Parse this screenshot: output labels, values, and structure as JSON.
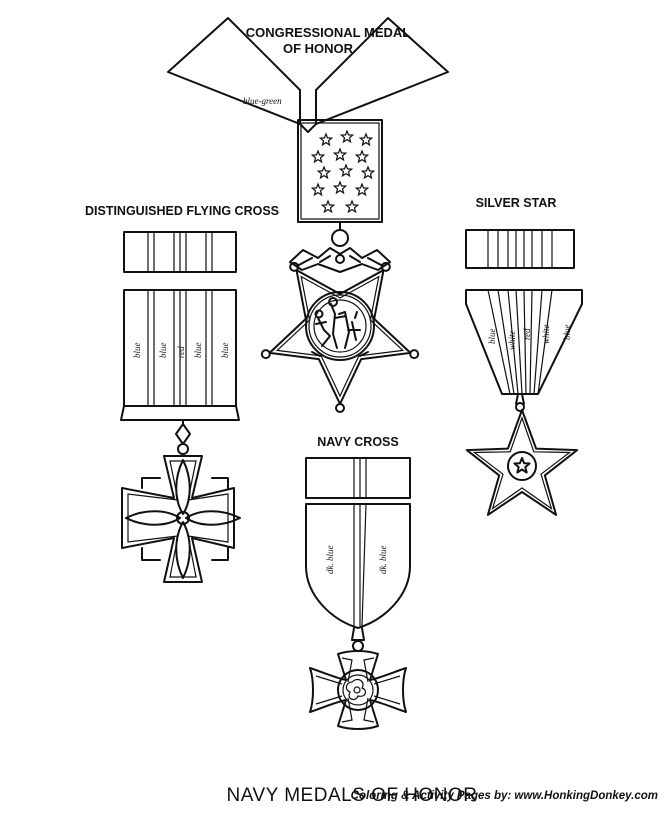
{
  "labels": {
    "cmh_line1": "CONGRESSIONAL MEDAL",
    "cmh_line2": "OF HONOR",
    "dfc": "DISTINGUISHED FLYING CROSS",
    "silver_star": "SILVER STAR",
    "navy_cross": "NAVY CROSS",
    "page_title": "NAVY MEDALS OF HONOR"
  },
  "ribbon_colors": {
    "cmh_neck_band": "blue-green",
    "dfc": [
      "blue",
      "blue",
      "red",
      "blue",
      "blue"
    ],
    "silver_star": [
      "blue",
      "white",
      "red",
      "white",
      "blue"
    ],
    "navy_cross": [
      "dk. blue",
      "dk. blue"
    ]
  },
  "footer": {
    "credit": "Coloring & Activity Pages by:  www.HonkingDonkey.com"
  }
}
